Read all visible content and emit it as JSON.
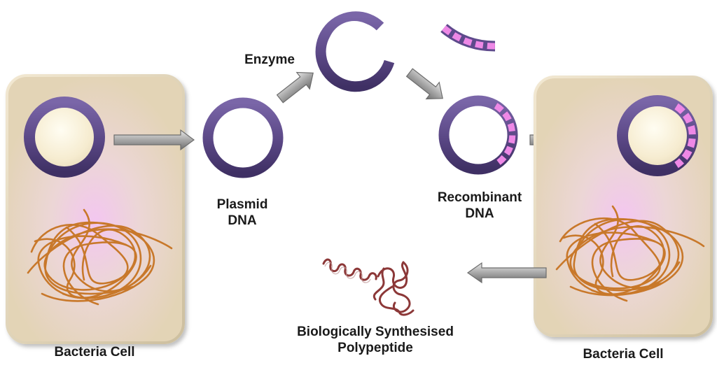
{
  "labels": {
    "bacteria_left": "Bacteria Cell",
    "bacteria_right": "Bacteria Cell",
    "enzyme": "Enzyme",
    "plasmid_line1": "Plasmid",
    "plasmid_line2": "DNA",
    "recombinant_line1": "Recombinant",
    "recombinant_line2": "DNA",
    "polypeptide_line1": "Biologically Synthesised",
    "polypeptide_line2": "Polypeptide"
  },
  "colors": {
    "cell_fill": "#e6d8bd",
    "cell_glow": "#efc8ee",
    "ring": "#5e4a8c",
    "ring_inner": "#fbf3df",
    "insert": "#ee88e6",
    "chromosome": "#c8782a",
    "polypeptide": "#8c3838",
    "arrow": "#9a9a9a"
  },
  "icons": {
    "plasmid": "plasmid-ring-icon",
    "cut_plasmid": "cut-plasmid-icon",
    "insert": "dna-insert-icon",
    "chromosome": "chromosome-tangle-icon",
    "polypeptide": "polypeptide-icon",
    "arrow": "process-arrow-icon"
  }
}
